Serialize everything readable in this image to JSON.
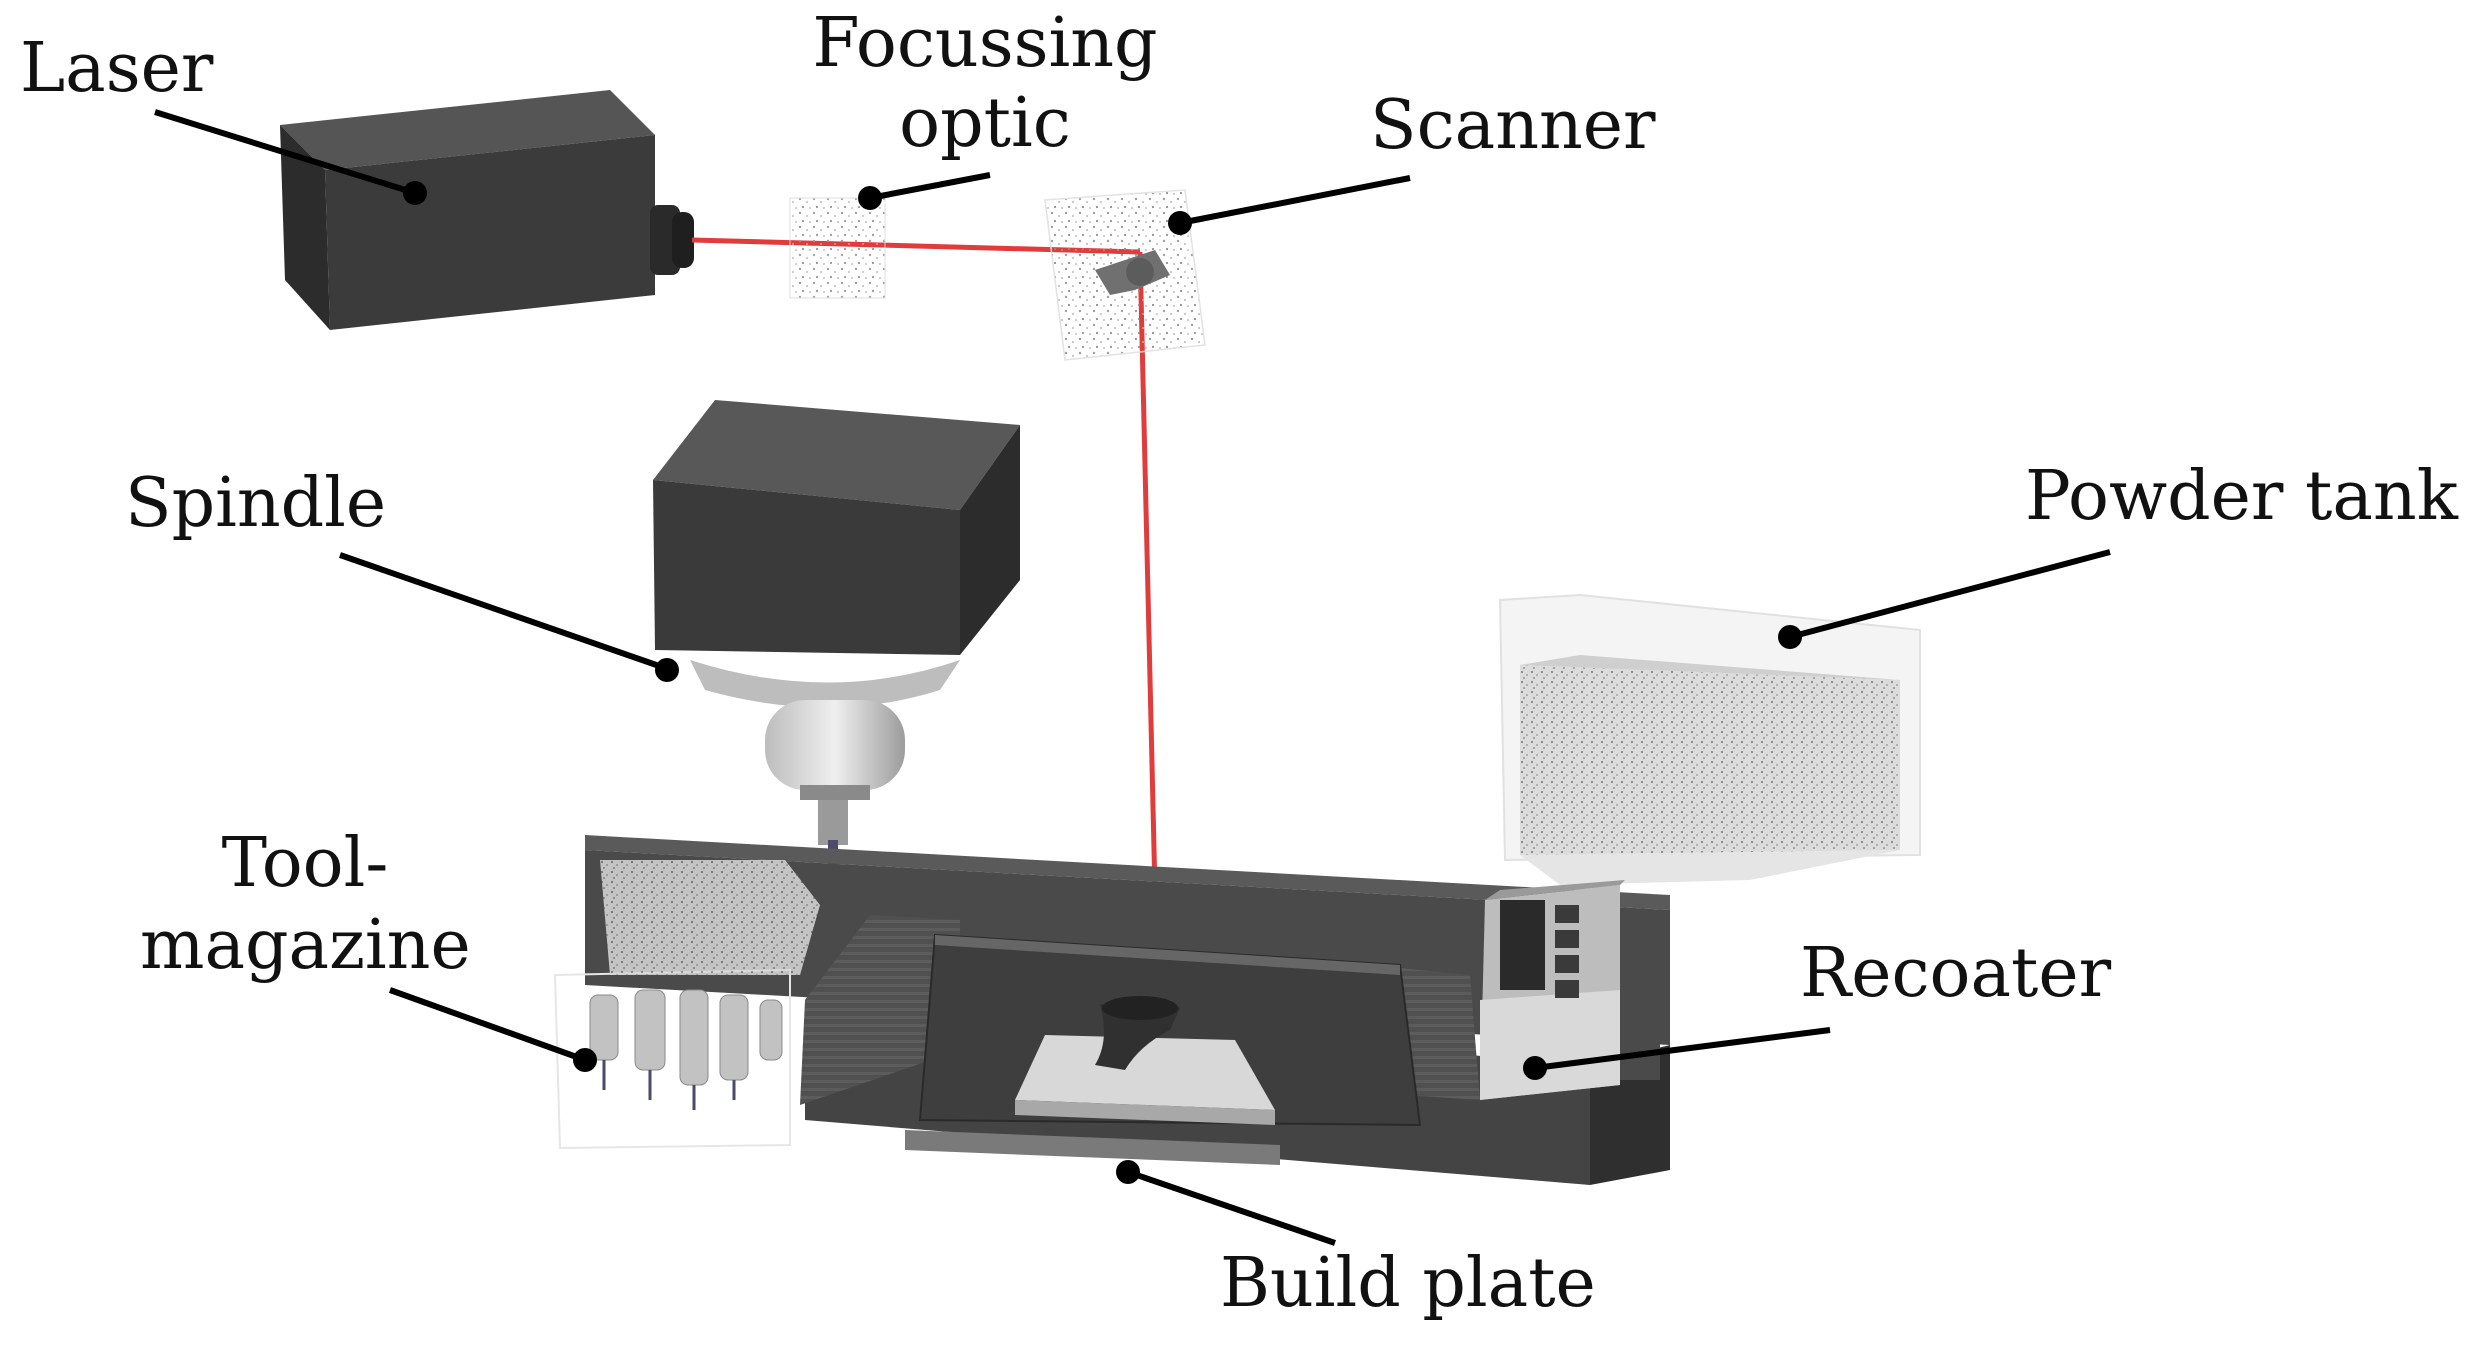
{
  "labels": {
    "laser": "Laser",
    "focussing_optic_line1": "Focussing",
    "focussing_optic_line2": "optic",
    "scanner": "Scanner",
    "spindle": "Spindle",
    "powder_tank": "Powder tank",
    "tool_magazine_line1": "Tool-",
    "tool_magazine_line2": "magazine",
    "recoater": "Recoater",
    "build_plate": "Build plate"
  },
  "colors": {
    "laser_beam": "#e03c3c",
    "dark_body": "#3a3a3a",
    "machine_bed": "#4a4a4a",
    "powder": "#c8c8c8",
    "leader": "#000000"
  }
}
